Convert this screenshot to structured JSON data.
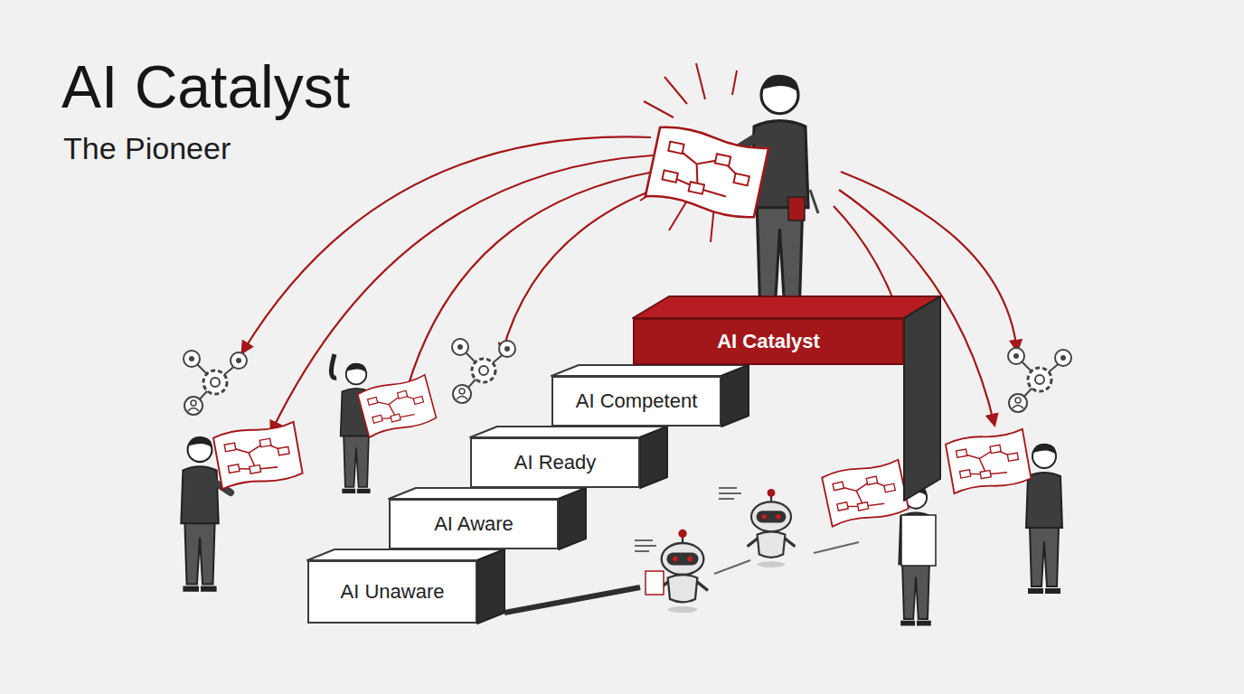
{
  "diagram": {
    "title": "AI Catalyst",
    "nodes": [
      {
        "text": [
          "AI Catalyst"
        ]
      },
      {
        "text": [
          "AI Competent"
        ]
      },
      {
        "text": [
          "AI Ready"
        ]
      },
      {
        "text": [
          "AI Aware"
        ]
      },
      {
        "text": [
          "AI Unaware"
        ]
      }
    ],
    "labels": [
      "The Pioneer"
    ]
  }
}
